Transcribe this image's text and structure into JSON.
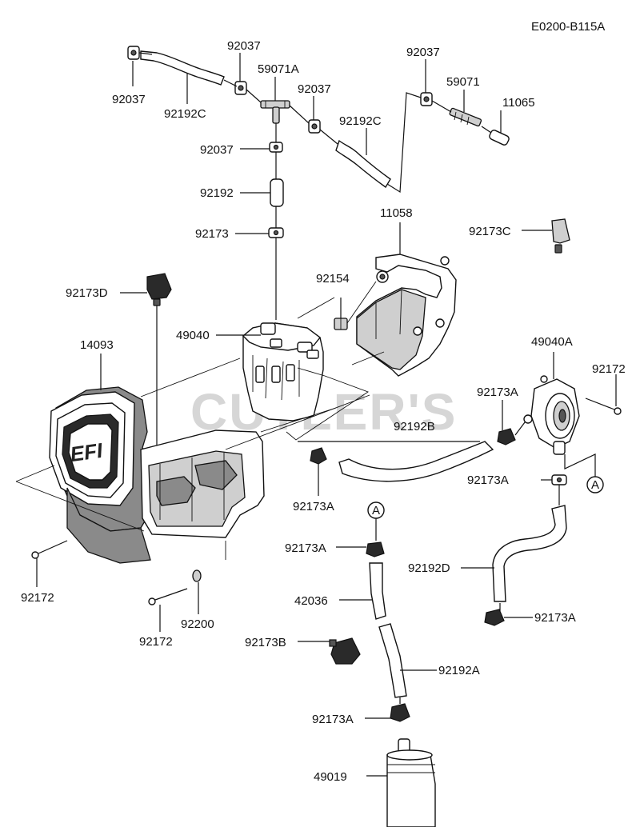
{
  "diagram_code": "E0200-B115A",
  "watermark": "CUTLER'S",
  "panel_text": "EFI",
  "reference_marker": "A",
  "labels": {
    "p92037_a": "92037",
    "p92037_b": "92037",
    "p92037_c": "92037",
    "p92037_d": "92037",
    "p92037_e": "92037",
    "p92192c_a": "92192C",
    "p92192c_b": "92192C",
    "p59071a": "59071A",
    "p59071": "59071",
    "p11065": "11065",
    "p92192": "92192",
    "p92173": "92173",
    "p11058": "11058",
    "p92173c": "92173C",
    "p92154": "92154",
    "p92173d": "92173D",
    "p49040": "49040",
    "p14093": "14093",
    "p49040a": "49040A",
    "p92172_a": "92172",
    "p92173a_a": "92173A",
    "p92192b": "92192B",
    "p92173a_b": "92173A",
    "p92173a_c": "92173A",
    "p92173a_d": "92173A",
    "p92192d": "92192D",
    "p92173a_e": "92173A",
    "p42036": "42036",
    "p92172_b": "92172",
    "p92200": "92200",
    "p92172_c": "92172",
    "p92173b": "92173B",
    "p92192a": "92192A",
    "p92173a_f": "92173A",
    "p49019": "49019"
  }
}
